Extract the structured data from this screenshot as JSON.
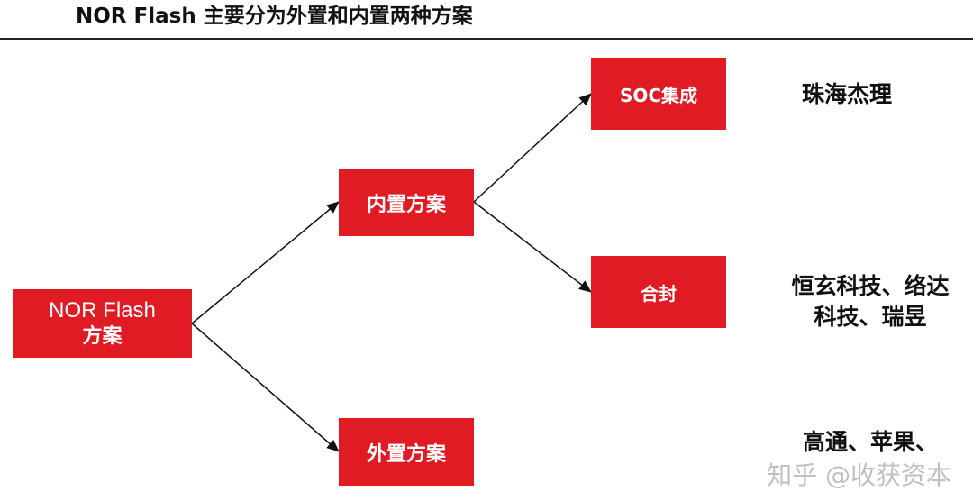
{
  "title": "NOR Flash 主要分为外置和内置两种方案",
  "nodes": {
    "root": {
      "line1": "NOR Flash",
      "line2": "方案"
    },
    "internal": "内置方案",
    "external": "外置方案",
    "soc": "SOC集成",
    "package": "合封"
  },
  "vendors": {
    "soc": "珠海杰理",
    "package": [
      "恒玄科技、络达",
      "科技、瑞昱"
    ],
    "external": "高通、苹果、"
  },
  "watermark": "知乎 @收获资本",
  "colors": {
    "node_fill": "#e01b24",
    "node_text": "#ffffff",
    "arrow": "#111111"
  }
}
